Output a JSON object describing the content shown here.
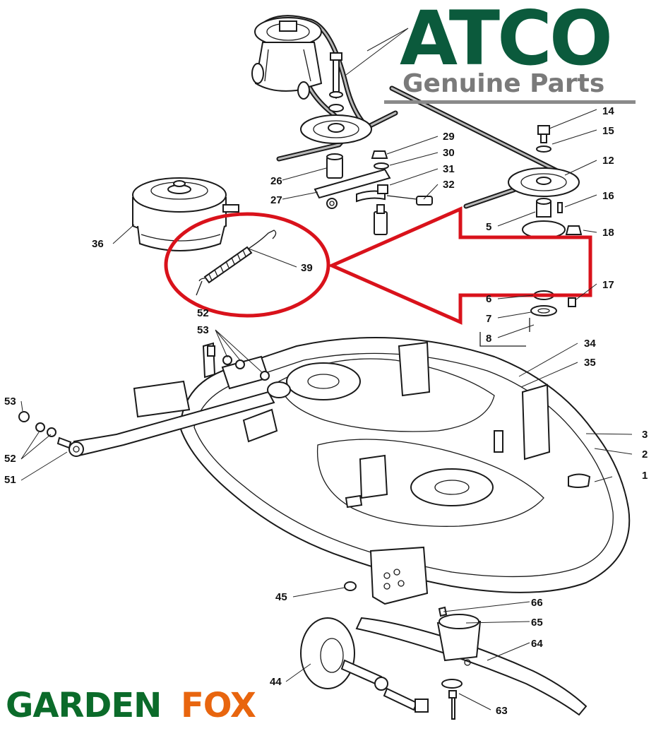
{
  "brand": {
    "name": "ATCO",
    "tagline": "Genuine Parts",
    "color_green": "#0b5a3c",
    "color_grey": "#7a7a7a"
  },
  "footer": {
    "word1": "GARDEN",
    "word2": "FOX",
    "color_green": "#0b6b2a",
    "color_orange": "#e8650e"
  },
  "highlight": {
    "part_number": "39",
    "color": "#d9121b"
  },
  "labels": [
    "1",
    "2",
    "3",
    "5",
    "6",
    "7",
    "8",
    "12",
    "14",
    "15",
    "16",
    "17",
    "18",
    "26",
    "27",
    "29",
    "30",
    "31",
    "32",
    "34",
    "35",
    "36",
    "39",
    "44",
    "45",
    "51",
    "52",
    "52",
    "53",
    "53",
    "63",
    "64",
    "65",
    "66"
  ]
}
